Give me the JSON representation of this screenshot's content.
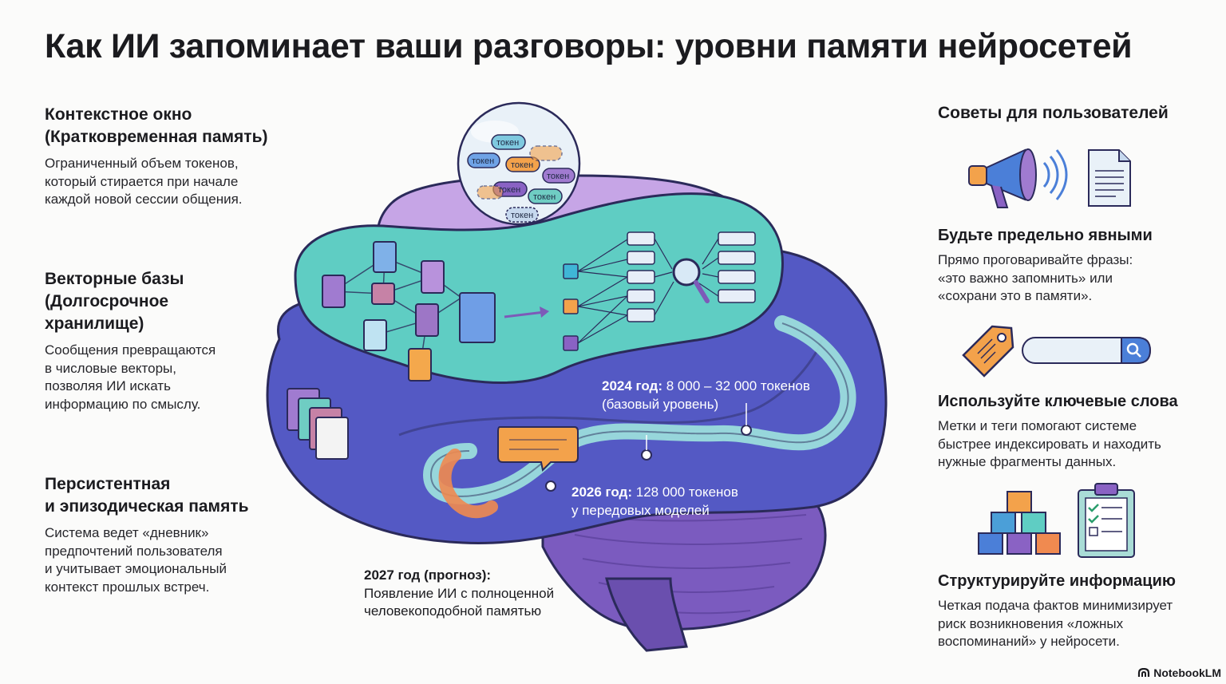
{
  "title": "Как ИИ запоминает ваши разговоры: уровни памяти нейросетей",
  "left": [
    {
      "heading": [
        "Контекстное окно",
        "(Кратковременная память)"
      ],
      "text": [
        "Ограниченный объем токенов,",
        "который стирается при начале",
        "каждой новой сессии общения."
      ]
    },
    {
      "heading": [
        "Векторные базы",
        "(Долгосрочное",
        "хранилище)"
      ],
      "text": [
        "Сообщения превращаются",
        "в числовые векторы,",
        "позволяя ИИ искать",
        "информацию по смыслу."
      ]
    },
    {
      "heading": [
        "Персистентная",
        "и эпизодическая память"
      ],
      "text": [
        "Система ведет «дневник»",
        "предпочтений пользователя",
        "и учитывает эмоциональный",
        "контекст прошлых встреч."
      ]
    }
  ],
  "tokens": [
    "токен",
    "токен",
    "токен",
    "токен",
    "токен",
    "токен",
    "токен"
  ],
  "timeline": {
    "y2024": {
      "year": "2024 год:",
      "text": " 8 000 – 32 000 токенов",
      "sub": "(базовый уровень)"
    },
    "y2026": {
      "year": "2026 год:",
      "text": " 128 000 токенов",
      "sub": "у передовых моделей"
    },
    "y2027": {
      "year": "2027 год (прогноз):",
      "line1": "Появление ИИ с полноценной",
      "line2": "человекоподобной памятью"
    }
  },
  "tips": {
    "title": "Советы для пользователей",
    "items": [
      {
        "heading": "Будьте предельно явными",
        "text": [
          "Прямо проговаривайте фразы:",
          "«это важно запомнить» или",
          "«сохрани это в памяти»."
        ],
        "icons": [
          "megaphone-icon",
          "document-icon"
        ]
      },
      {
        "heading": "Используйте ключевые слова",
        "text": [
          "Метки и теги помогают системе",
          "быстрее индексировать и находить",
          "нужные фрагменты данных."
        ],
        "icons": [
          "tag-icon",
          "search-bar-icon"
        ]
      },
      {
        "heading": "Структурируйте информацию",
        "text": [
          "Четкая подача фактов минимизирует",
          "риск возникновения «ложных",
          "воспоминаний» у нейросети."
        ],
        "icons": [
          "blocks-icon",
          "checklist-icon"
        ]
      }
    ]
  },
  "brand": "NotebookLM",
  "colors": {
    "teal": "#5fcdc3",
    "violet": "#c9a7e6",
    "blue": "#5a63c9",
    "deep_blue": "#4b4fb8",
    "purple": "#8a62c4",
    "orange": "#f3a24b"
  }
}
